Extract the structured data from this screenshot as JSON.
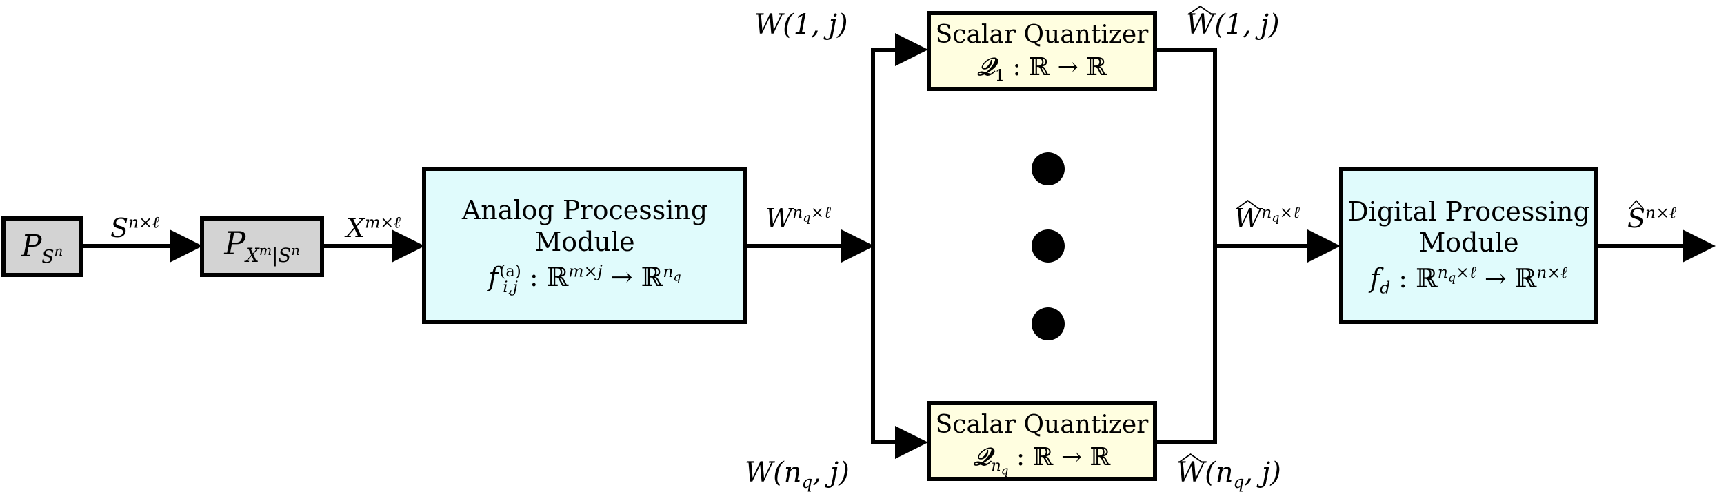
{
  "blocks": {
    "source": {
      "label": "P",
      "sub": "S",
      "subsup": "n"
    },
    "channel": {
      "label": "P",
      "sub": "X",
      "sub_sup1": "m",
      "sub_bar": "|S",
      "sub_sup2": "n"
    },
    "analog": {
      "line1": "Analog Processing",
      "line2": "Module",
      "func_name": "f",
      "func_sup": "(a)",
      "func_sub": "i,j",
      "func_rest": " : ℝ",
      "func_dom_sup": "m×j",
      "func_arrow": " → ℝ",
      "func_cod_sup": "n",
      "func_cod_sub": "q"
    },
    "quant_top": {
      "line1": "Scalar Quantizer",
      "q": "𝒬",
      "q_sub": "1",
      "map": " : ℝ → ℝ"
    },
    "quant_bottom": {
      "line1": "Scalar Quantizer",
      "q": "𝒬",
      "q_sub": "n",
      "q_sub2": "q",
      "map": " : ℝ → ℝ"
    },
    "digital": {
      "line1": "Digital Processing",
      "line2": "Module",
      "func_name": "f",
      "func_sub": "d",
      "func_rest": " : ℝ",
      "func_dom_sup": "n",
      "func_dom_sup_sub": "q",
      "func_dom_sup_rest": "×ℓ",
      "func_arrow": " → ℝ",
      "func_cod_sup": "n×ℓ"
    }
  },
  "signals": {
    "s": {
      "base": "S",
      "sup": "n×ℓ"
    },
    "x": {
      "base": "X",
      "sup": "m×ℓ"
    },
    "w": {
      "base": "W",
      "sup_n": "n",
      "sup_q": "q",
      "sup_rest": "×ℓ"
    },
    "w_top": {
      "text": "W(1, j)"
    },
    "w_bottom": {
      "pre": "W(n",
      "sub": "q",
      "post": ", j)"
    },
    "what_top": {
      "base": "W",
      "post": "(1, j)"
    },
    "what_bottom": {
      "base": "W",
      "pre": "(n",
      "sub": "q",
      "post": ", j)"
    },
    "what": {
      "base": "W",
      "sup_n": "n",
      "sup_q": "q",
      "sup_rest": "×ℓ"
    },
    "shat": {
      "base": "S",
      "sup": "n×ℓ"
    }
  },
  "colors": {
    "gray_block": "#d3d3d3",
    "analog_digital_fill": "#e0fbfc",
    "quantizer_fill": "#fffee0",
    "stroke": "#000000"
  }
}
